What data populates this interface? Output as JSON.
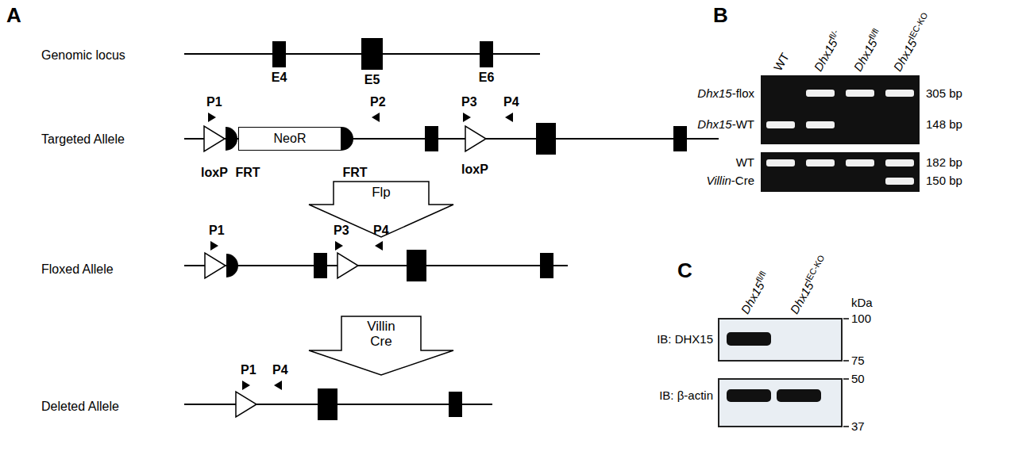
{
  "diagram": {
    "nodes": [
      {
        "text": [
          "E4"
        ]
      },
      {
        "text": [
          "E5"
        ]
      },
      {
        "text": [
          "E6"
        ]
      },
      {
        "text": [
          "NeoR"
        ]
      },
      {
        "text": [
          "Flp"
        ]
      },
      {
        "text": [
          "Villin Cre"
        ]
      }
    ],
    "labels": [
      "A",
      "Genomic locus",
      "Targeted Allele",
      "P1",
      "P2",
      "P3",
      "P4",
      "loxP",
      "FRT",
      "FRT",
      "loxP",
      "Floxed Allele",
      "P1",
      "P3",
      "P4",
      "Deleted Allele",
      "P1",
      "P4",
      "B",
      "WT",
      "Dhx15fl/-",
      "Dhx15fl/fl",
      "Dhx15IEC-KO",
      "Dhx15-flox",
      "Dhx15-WT",
      "305 bp",
      "148 bp",
      "WT",
      "Villin-Cre",
      "182 bp",
      "150 bp",
      "C",
      "Dhx15fl/fl",
      "Dhx15IEC-KO",
      "kDa",
      "IB: DHX15",
      "IB: β-actin",
      "100",
      "75",
      "50",
      "37"
    ]
  }
}
